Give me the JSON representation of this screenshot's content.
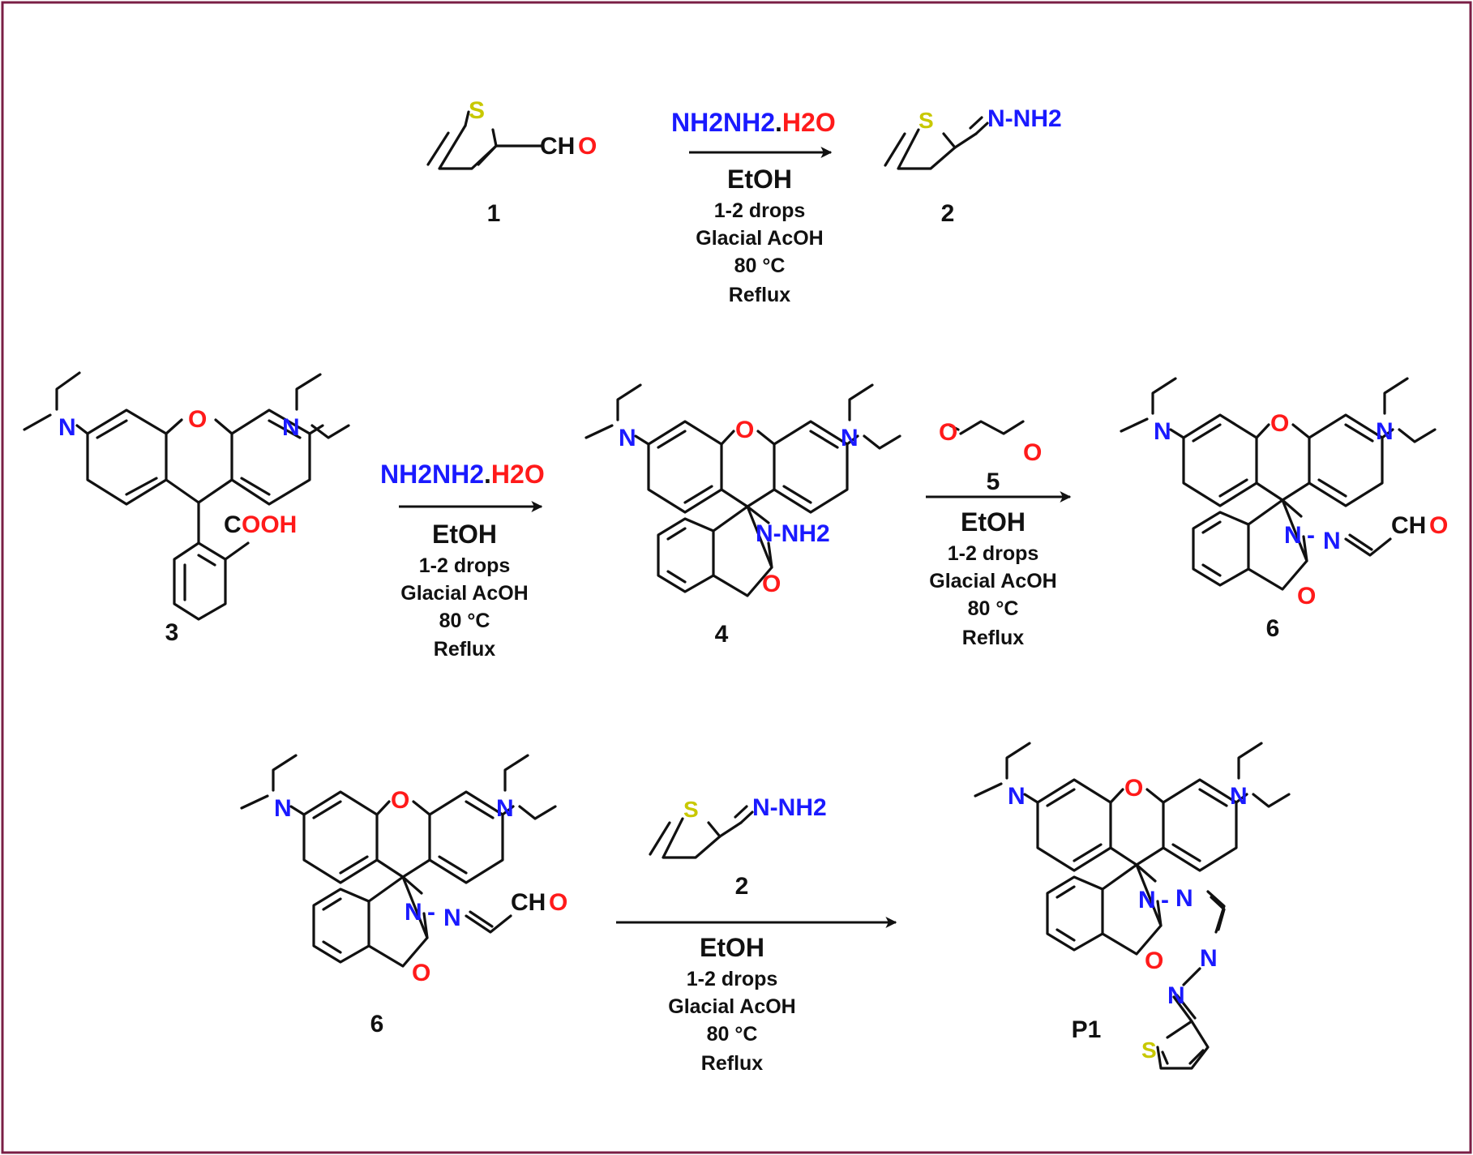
{
  "colors": {
    "frame": "#7a1f45",
    "bond": "#111111",
    "nitrogen": "#1a1aff",
    "oxygen": "#ff1a1a",
    "sulfur": "#c8c800",
    "text": "#111111"
  },
  "atoms": {
    "S": "S",
    "O": "O",
    "N": "N",
    "CH": "CH",
    "NH2": "NH2",
    "C": "C",
    "OOH": "OOH",
    "NNH2": "N-NH2",
    "hyphen": "-"
  },
  "compounds": {
    "c1": "1",
    "c2": "2",
    "c3": "3",
    "c4": "4",
    "c5": "5",
    "c6": "6",
    "p1": "P1"
  },
  "reagents": {
    "hydrazine": "NH2NH2",
    "dot": ".",
    "water": "H2O"
  },
  "conditions": {
    "solvent": "EtOH",
    "acid_amount": "1-2 drops",
    "acid": "Glacial AcOH",
    "temperature": "80 °C",
    "mode": "Reflux"
  }
}
